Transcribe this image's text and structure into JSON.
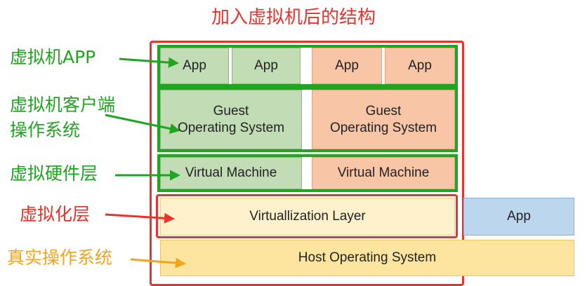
{
  "title": "加入虚拟机后的结构",
  "labels": {
    "vm_app": "虚拟机APP",
    "vm_guest_os_line1": "虚拟机客户端",
    "vm_guest_os_line2": "操作系统",
    "virtual_hardware": "虚拟硬件层",
    "virtualization_layer": "虚拟化层",
    "host_os": "真实操作系统"
  },
  "blocks": {
    "app1": "App",
    "app2": "App",
    "app3": "App",
    "app4": "App",
    "guest1_line1": "Guest",
    "guest1_line2": "Operating System",
    "guest2_line1": "Guest",
    "guest2_line2": "Operating System",
    "vm1": "Virtual Machine",
    "vm2": "Virtual Machine",
    "virt_layer": "Virtuallization Layer",
    "host_app": "App",
    "host_os": "Host Operating System"
  },
  "colors": {
    "green": "#1fa51f",
    "red": "#e8332c",
    "orange": "#f2a51b",
    "guest_green": "#c2dcb6",
    "guest_orange": "#f8c6a6",
    "layer_yellow": "#fff1cb",
    "host_yellow": "#fde59f",
    "app_blue": "#bcd6ee"
  }
}
